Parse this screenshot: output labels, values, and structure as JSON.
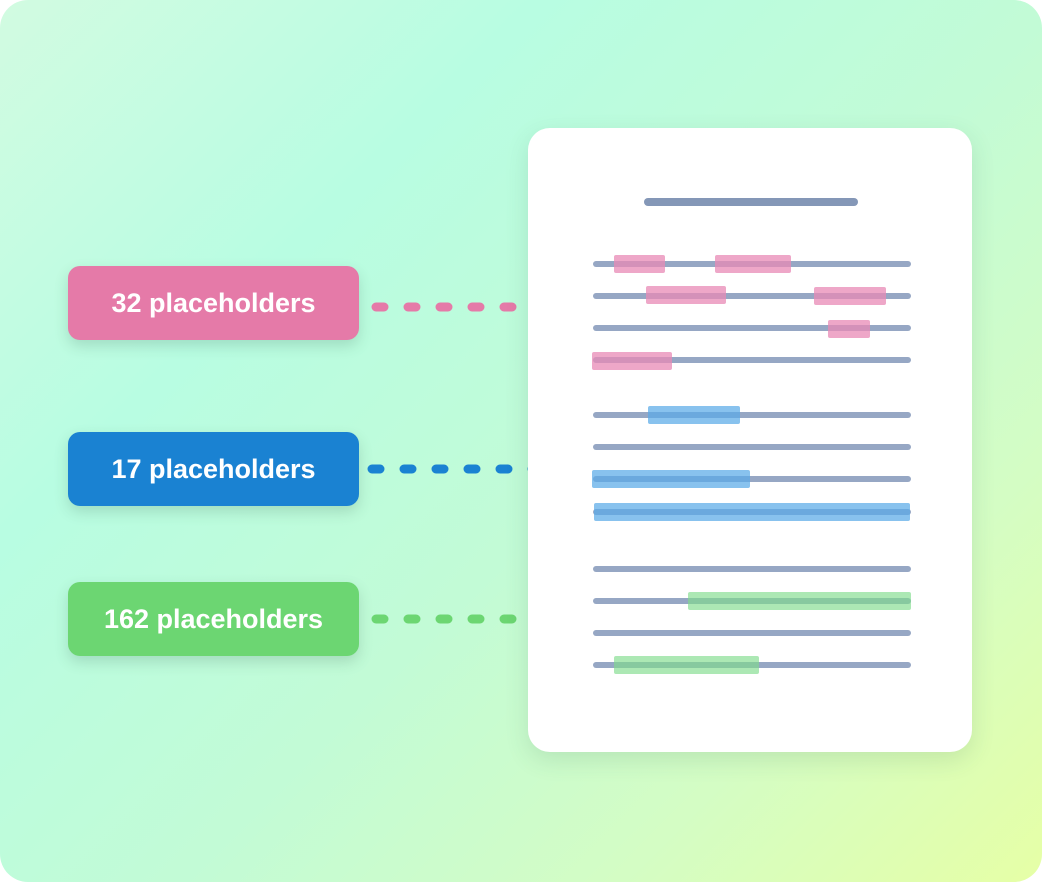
{
  "groups": [
    {
      "id": "pink",
      "label": "32 placeholders",
      "color": "#e57aa8",
      "highlight": "#e88ab6"
    },
    {
      "id": "blue",
      "label": "17 placeholders",
      "color": "#1a82d2",
      "highlight": "#5aaae8"
    },
    {
      "id": "green",
      "label": "162 placeholders",
      "color": "#6cd672",
      "highlight": "#80dc8c"
    }
  ],
  "colors": {
    "line": "#96a7c4",
    "title_bar": "#8497b7",
    "document": "#ffffff"
  }
}
